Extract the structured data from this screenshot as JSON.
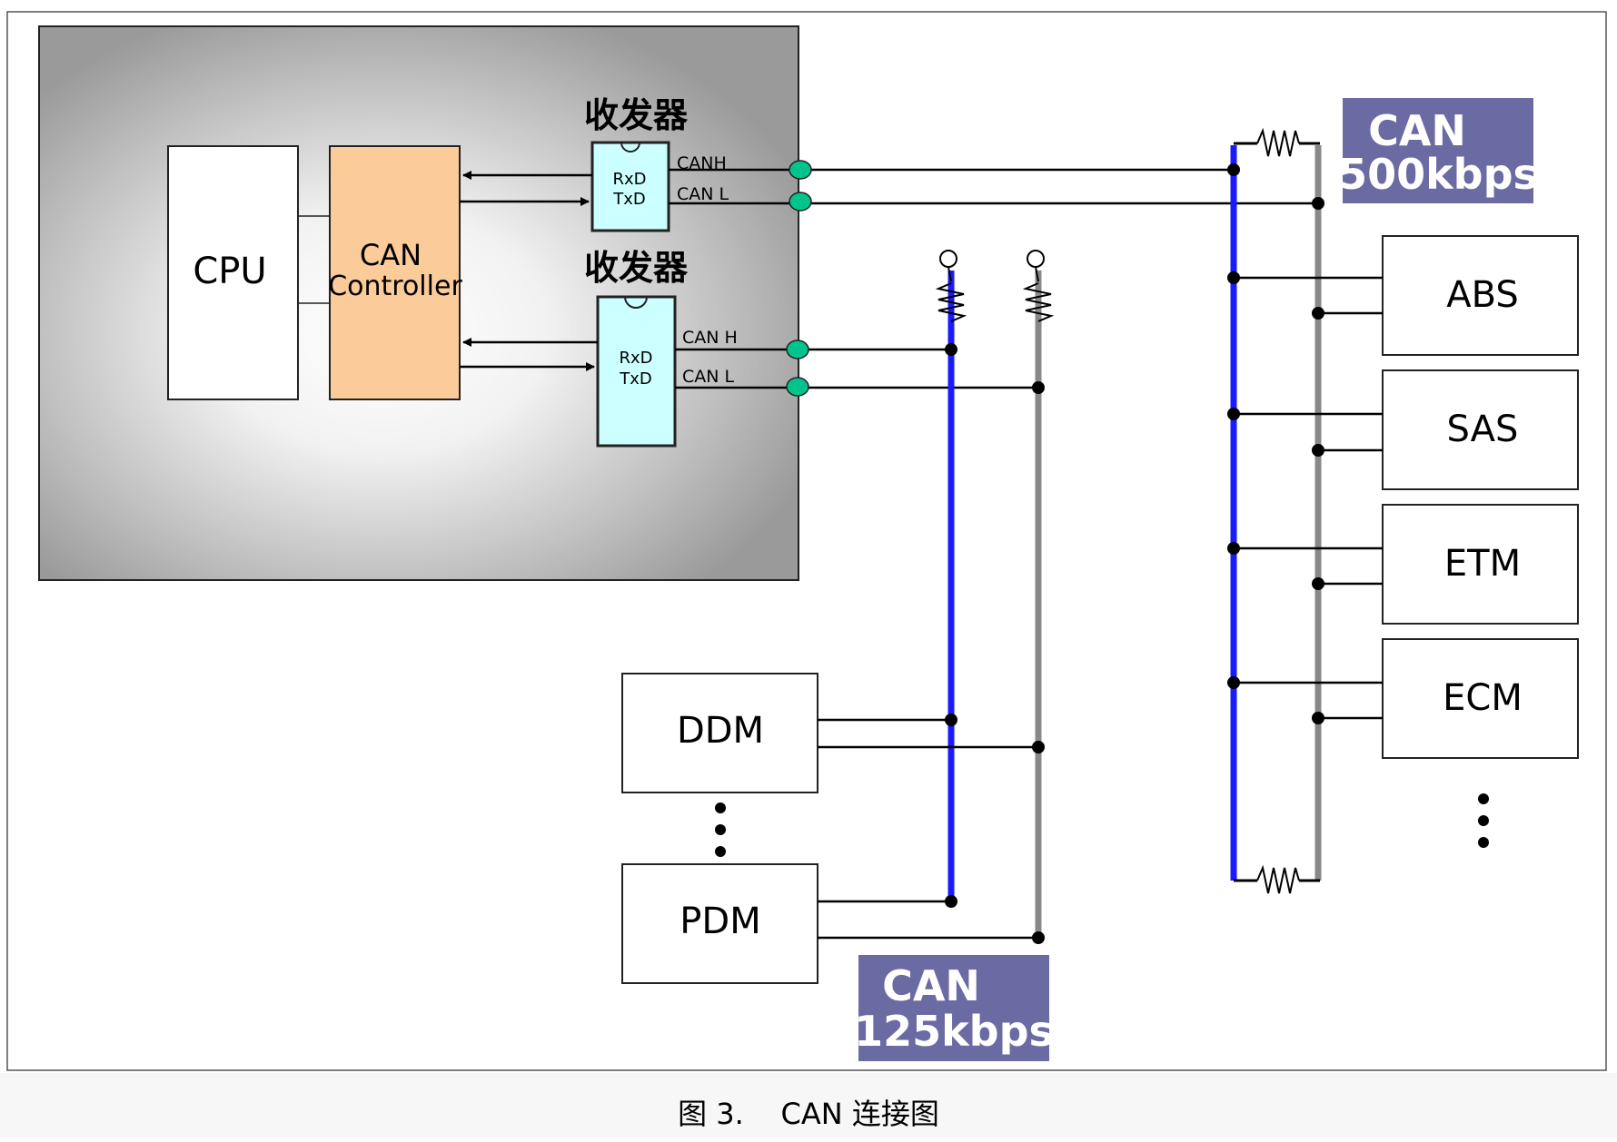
{
  "diagram": {
    "cpu_label": "CPU",
    "controller_label_line1": "CAN",
    "controller_label_line2": "Controller",
    "transceiver_title": "收发器",
    "rxd_label": "RxD",
    "txd_label": "TxD",
    "canh_label_top": "CANH",
    "canl_label_top": "CAN L",
    "canh_label_bottom": "CAN H",
    "canl_label_bottom": "CAN L",
    "high_speed_bus": {
      "line1": "CAN",
      "line2": "500kbps",
      "color": "#6a6ba3"
    },
    "low_speed_bus": {
      "line1": "CAN",
      "line2": "125kbps",
      "color": "#6a6ba3"
    },
    "high_speed_nodes": [
      "ABS",
      "SAS",
      "ETM",
      "ECM"
    ],
    "low_speed_nodes": [
      "DDM",
      "PDM"
    ],
    "colors": {
      "can_h_wire": "#1a1aff",
      "can_l_wire": "#888888",
      "controller_fill": "#fccb9a",
      "transceiver_fill": "#ccffff",
      "connector_fill": "#00c48c"
    }
  },
  "caption": "图 3.    CAN 连接图"
}
